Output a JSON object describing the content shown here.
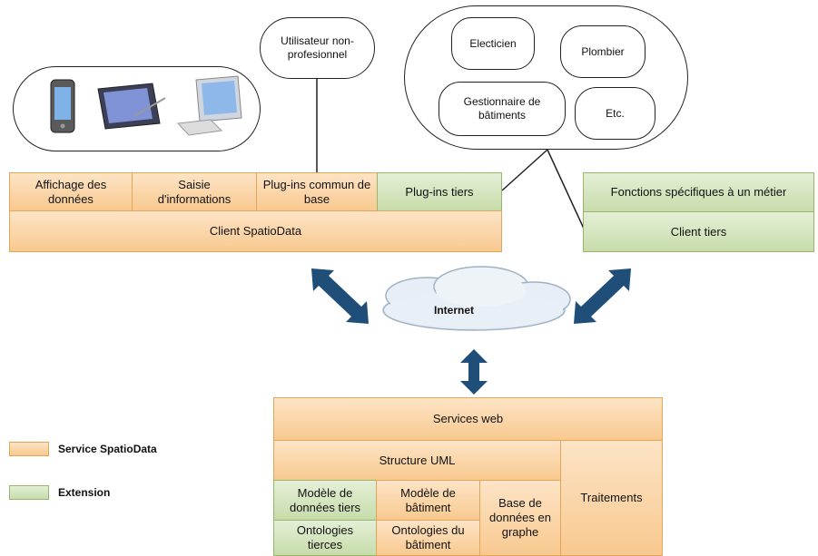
{
  "clients": {
    "affichage": "Affichage des données",
    "saisie": "Saisie d'informations",
    "plugins_commun": "Plug-ins commun de base",
    "plugins_tiers": "Plug-ins tiers",
    "client_spatiodata": "Client SpatioData",
    "fonctions_metier": "Fonctions spécifiques à un métier",
    "client_tiers": "Client tiers"
  },
  "actors": {
    "utilisateur": "Utilisateur non-profesionnel",
    "electricien": "Electicien",
    "plombier": "Plombier",
    "gestionnaire": "Gestionnaire de bâtiments",
    "etc": "Etc."
  },
  "network": {
    "internet": "Internet"
  },
  "services": {
    "services_web": "Services web",
    "structure_uml": "Structure UML",
    "modele_tiers": "Modèle de données tiers",
    "modele_batiment": "Modèle de bâtiment",
    "base_graphe": "Base de données en graphe",
    "traitements": "Traitements",
    "ontologies_tierces": "Ontologies tierces",
    "ontologies_batiment": "Ontologies du bâtiment"
  },
  "legend": {
    "service": "Service SpatioData",
    "extension": "Extension"
  },
  "colors": {
    "service_fill": "#f8c98f",
    "extension_fill": "#c7dcaa",
    "arrow": "#1f4e79"
  },
  "icons": [
    "smartphone-icon",
    "tablet-icon",
    "desktop-computer-icon",
    "cloud-icon"
  ]
}
